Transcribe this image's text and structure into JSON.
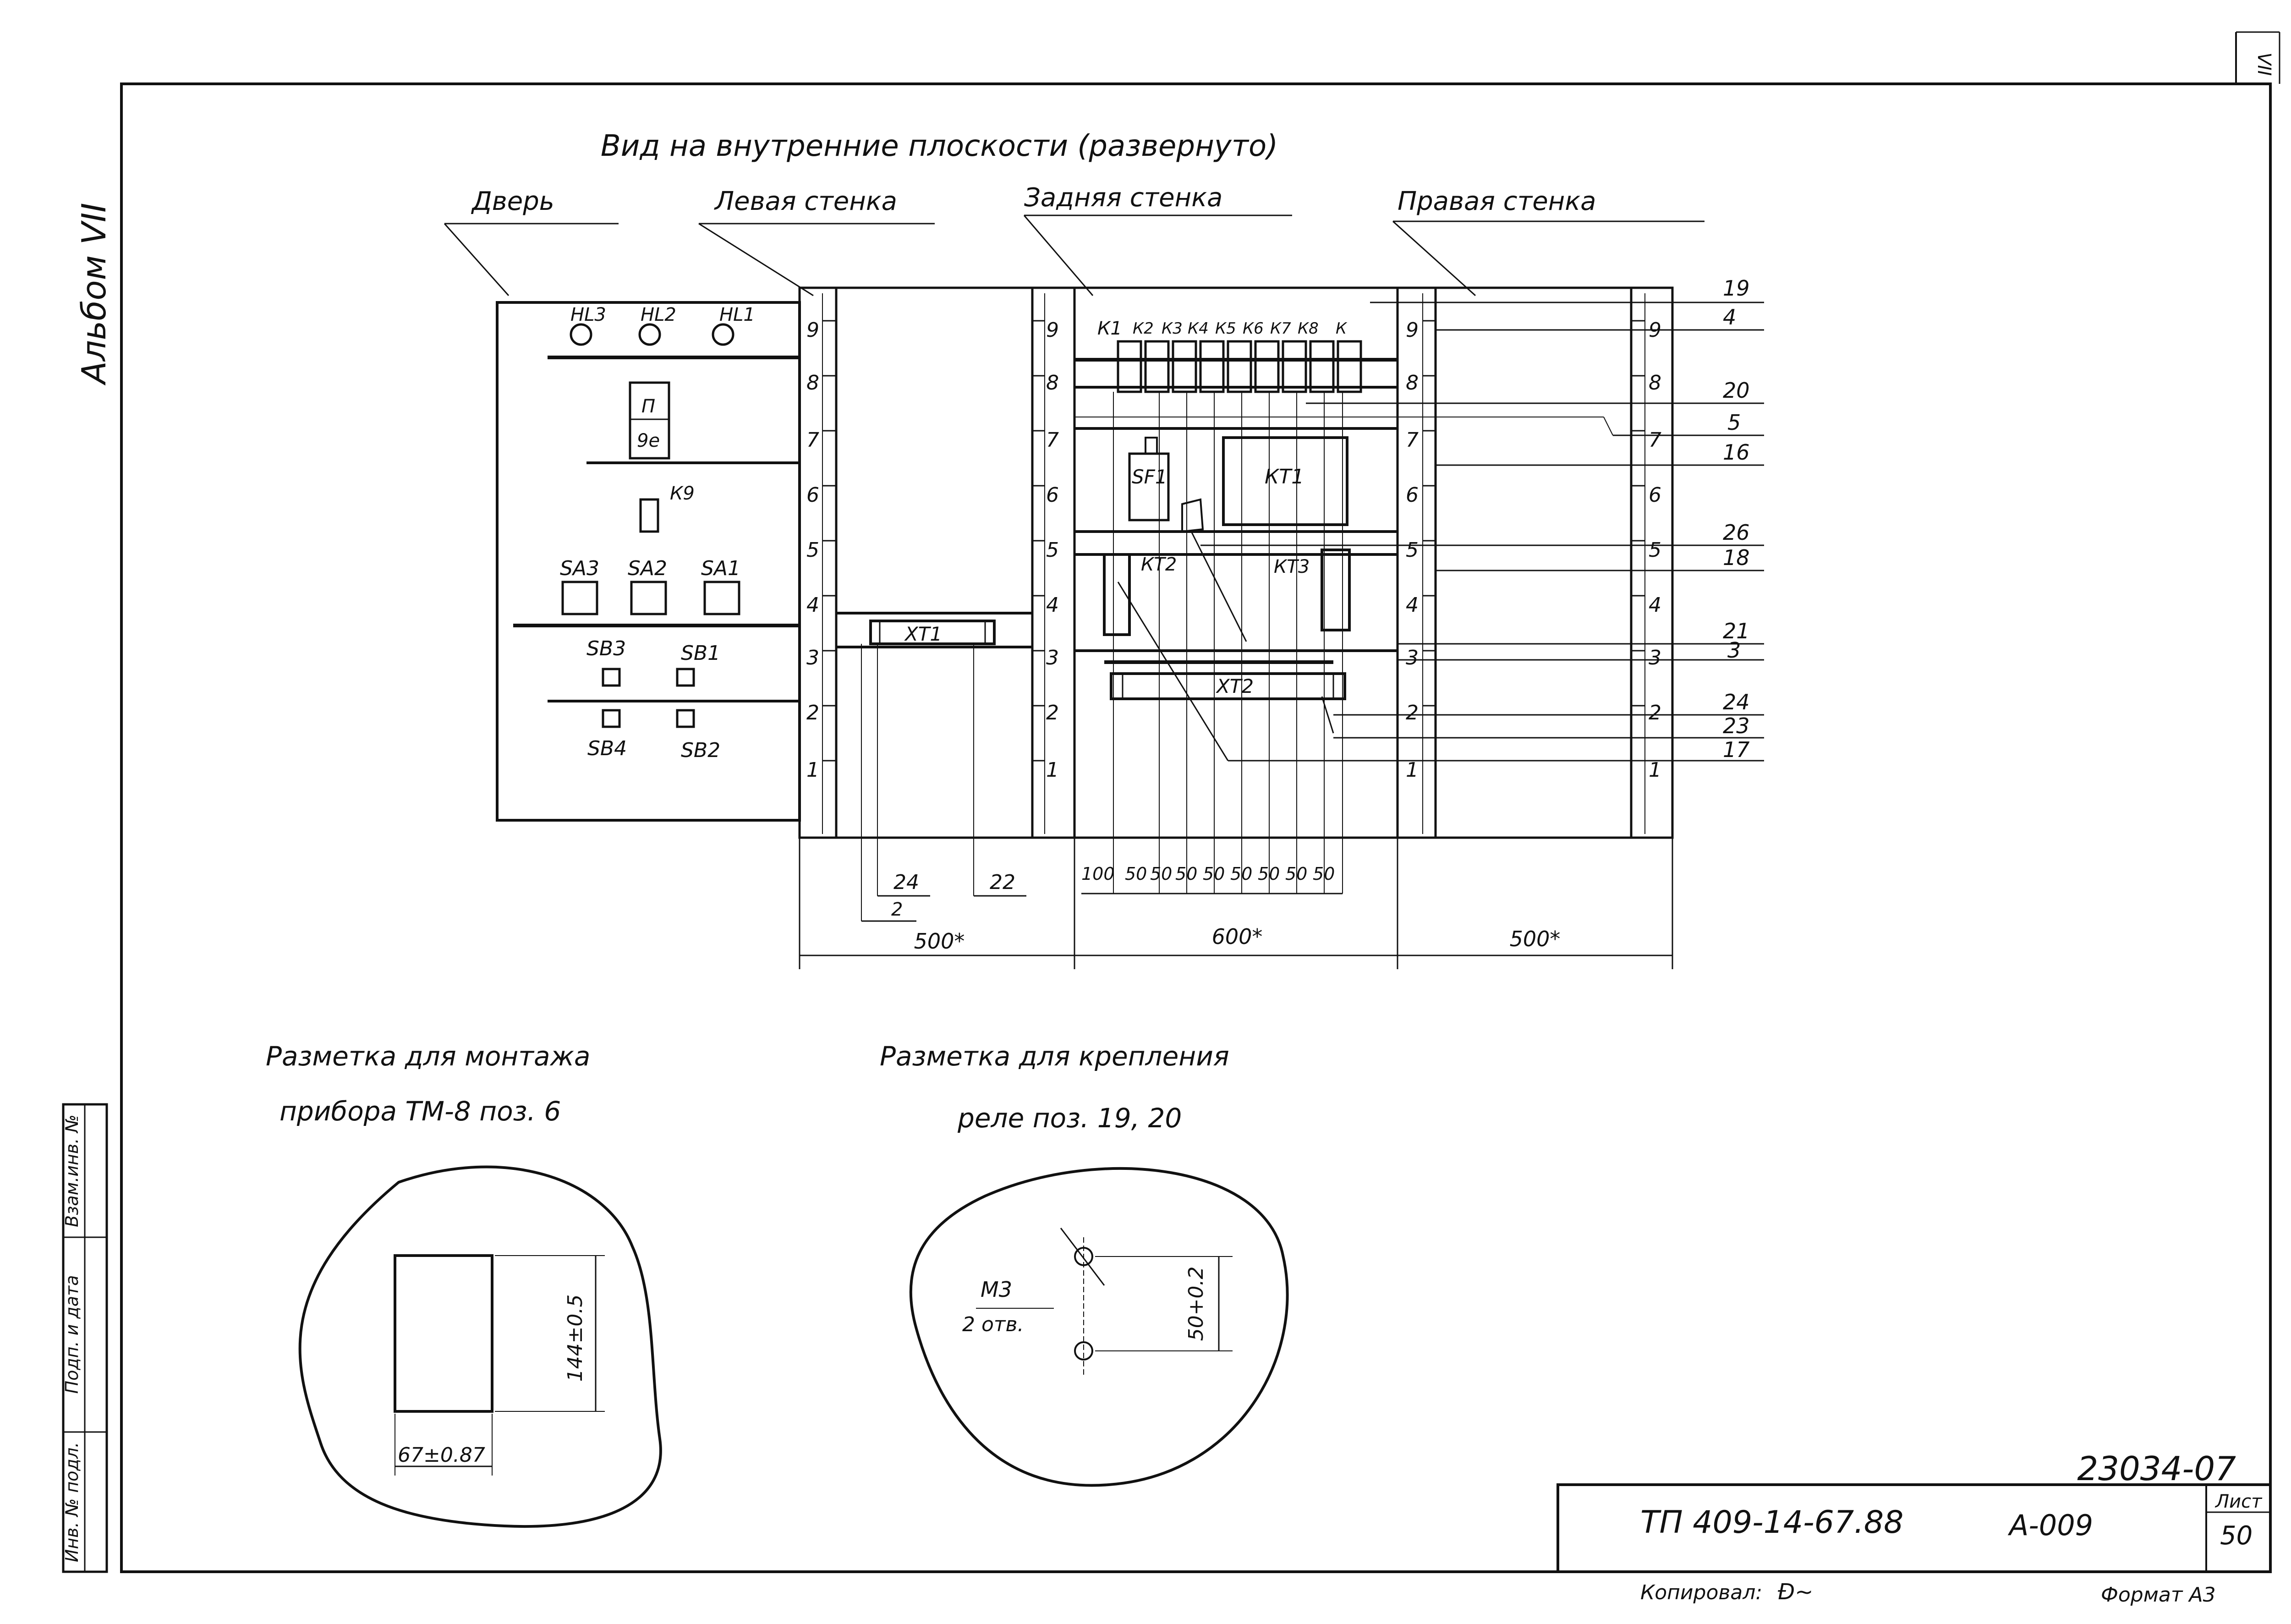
{
  "corner_mark": "VII",
  "album": "Альбом VII",
  "main_title": "Вид на внутренние плоскости (развернуто)",
  "sections": {
    "door": "Дверь",
    "left_wall": "Левая стенка",
    "back_wall": "Задняя стенка",
    "right_wall": "Правая стенка"
  },
  "door_items": {
    "hl3": "HL3",
    "hl2": "HL2",
    "hl1": "HL1",
    "p_top": "П",
    "p_bottom": "9е",
    "k9": "К9",
    "sa3": "SA3",
    "sa2": "SA2",
    "sa1": "SA1",
    "sb3": "SB3",
    "sb1": "SB1",
    "sb4": "SB4",
    "sb2": "SB2"
  },
  "rail_numbers": [
    "1",
    "2",
    "3",
    "4",
    "5",
    "6",
    "7",
    "8",
    "9"
  ],
  "back_wall_items": {
    "relays": [
      "К1",
      "К2",
      "К3",
      "К4",
      "К5",
      "К6",
      "К7",
      "К8",
      "К"
    ],
    "sf1": "SF1",
    "kt1": "КТ1",
    "kt2": "КТ2",
    "kt3": "КТ3",
    "xt2": "ХТ2"
  },
  "left_wall_items": {
    "xt1": "ХТ1"
  },
  "callouts_right": [
    "19",
    "4",
    "20",
    "5",
    "16",
    "26",
    "18",
    "21",
    "3",
    "24",
    "23",
    "17"
  ],
  "dimensions": {
    "left_sub": [
      "24",
      "22",
      "2"
    ],
    "back_sub": [
      "100",
      "50",
      "50",
      "50",
      "50",
      "50",
      "50",
      "50",
      "50"
    ],
    "left_wall": "500*",
    "back_wall": "600*",
    "right_wall": "500*"
  },
  "marking_tm8": {
    "title_line1": "Разметка для монтажа",
    "title_line2": "прибора ТМ-8 поз. 6",
    "dim_height": "144±0.5",
    "dim_width": "67±0.87"
  },
  "marking_relay": {
    "title_line1": "Разметка для крепления",
    "title_line2": "реле поз. 19, 20",
    "thread": "М3",
    "holes": "2 отв.",
    "dim": "50+0.2"
  },
  "side_stamp": [
    "Взам.инв. №",
    "Подп. и дата",
    "Инв. № подл."
  ],
  "doc_number_top": "23034-07",
  "title_block": {
    "code": "ТП 409-14-67.88",
    "sheet_code": "А-009",
    "sheet_label": "Лист",
    "sheet_number": "50"
  },
  "footer": {
    "copied": "Копировал:",
    "copied_sign": "Ð~",
    "format": "Формат А3"
  }
}
